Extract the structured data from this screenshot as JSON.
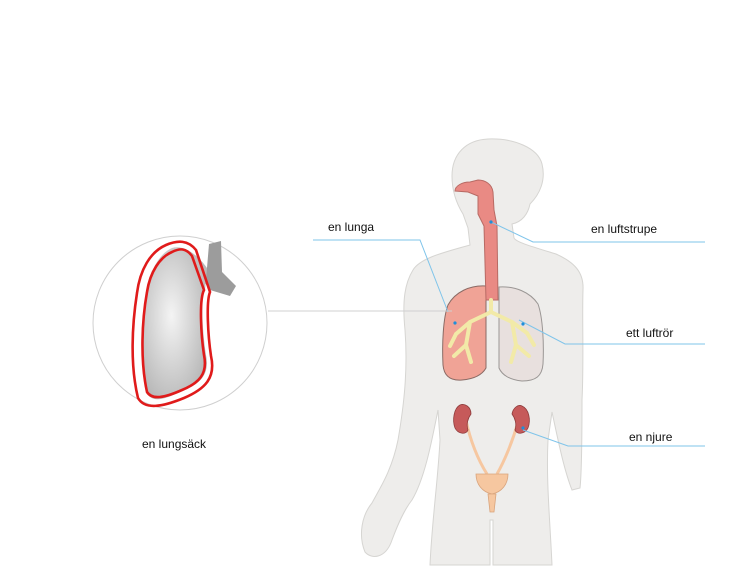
{
  "labels": {
    "lung": "en lunga",
    "trachea": "en luftstrupe",
    "bronchus": "ett luftrör",
    "kidney": "en njure",
    "pleura": "en lungsäck"
  },
  "colors": {
    "body_silhouette": "#eeedeb",
    "body_outline": "#d6d5d2",
    "lung_left": "#f0a396",
    "lung_right": "#e8e0de",
    "airway": "#f2eaa8",
    "trachea": "#e98a84",
    "kidney": "#c65a5a",
    "bladder": "#f6c7a0",
    "pleura_red": "#e01b1b",
    "leader_line": "#7fc4ea",
    "marker_dot": "#1f8fd9"
  }
}
